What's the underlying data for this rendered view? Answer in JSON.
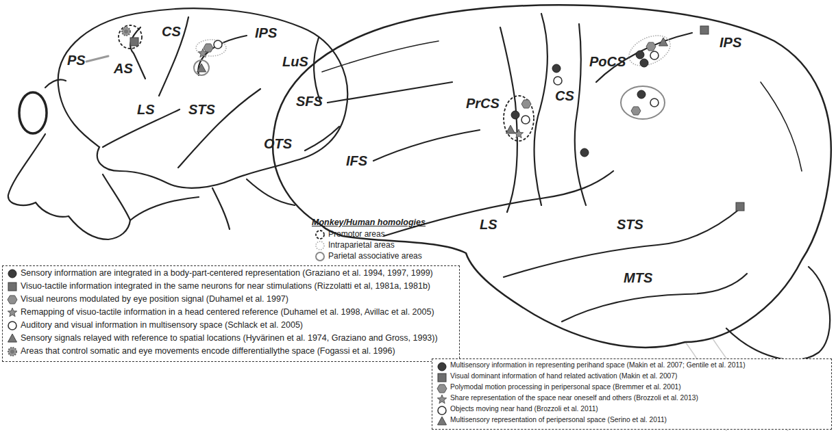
{
  "diagram": {
    "labels": [
      "PS",
      "AS",
      "CS",
      "IPS",
      "LuS",
      "LS",
      "STS",
      "OTS",
      "SFS",
      "IFS",
      "PrCS",
      "CS",
      "PoCS",
      "IPS",
      "STS",
      "LS",
      "MTS",
      "Monkey/Human homologies"
    ],
    "legend": [
      {
        "text": "Sensory information are integrated in a body-part-centered representation (Graziano et al. 1994, 1997, 1999)"
      },
      {
        "text": "Visuo-tactile information integrated in the same neurons for near stimulations (Rizzolatti et al, 1981a, 1981b)"
      },
      {
        "text": "Visual neurons modulated by eye position signal (Duhamel et al. 1997)"
      },
      {
        "text": "Remapping of visuo-tactile information in a head centered reference (Duhamel et al. 1998, Avillac et al. 2005)"
      },
      {
        "text": "Auditory and visual information in multisensory space (Schlack et al. 2005)"
      },
      {
        "text": "Sensory signals relayed with reference to spatial locations (Hyvärinen et al. 1974, Graziano and Gross, 1993))"
      },
      {
        "text": "Areas that control somatic and eye movements encode differentiallythe space (Fogassi et al. 1996)"
      },
      {
        "text": "Premotor areas"
      },
      {
        "text": "Intraparietal areas"
      },
      {
        "text": "Parietal associative areas"
      },
      {
        "text": "Multisensory information in representing perihand space (Makin et al. 2007; Gentile et al. 2011)"
      },
      {
        "text": "Visual dominant information of hand related activation (Makin et al. 2007)"
      },
      {
        "text": "Polymodal motion processing in peripersonal space (Bremmer et al. 2001)"
      },
      {
        "text": "Share representation of the space near oneself and others (Brozzoli et al. 2013)"
      },
      {
        "text": "Objects moving near hand (Brozzoli et al. 2011)"
      },
      {
        "text": "Multisensory representation of peripersonal space (Serino et al. 2011)"
      }
    ]
  }
}
